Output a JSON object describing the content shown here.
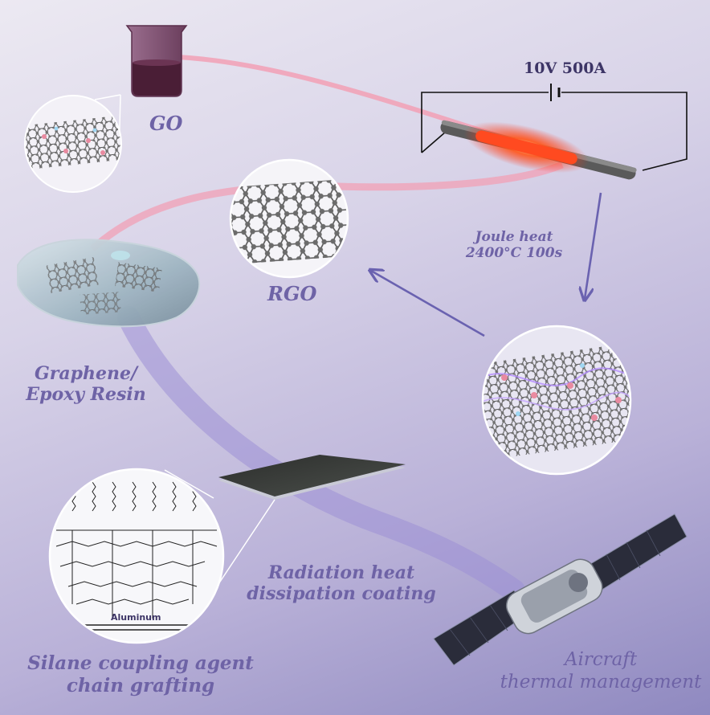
{
  "labels": {
    "go": "GO",
    "voltage": "10V 500A",
    "joule_line1": "Joule heat",
    "joule_line2": "2400°C 100s",
    "rgo": "RGO",
    "composite_line1": "Graphene/",
    "composite_line2": "Epoxy Resin",
    "coating_line1": "Radiation heat",
    "coating_line2": "dissipation coating",
    "silane_line1": "Silane coupling agent",
    "silane_line2": "chain grafting",
    "aircraft_line1": "Aircraft",
    "aircraft_line2": "thermal management",
    "aluminum": "Aluminum"
  },
  "colors": {
    "accent_text": "#6e63a6",
    "arrow": "#6a62b0",
    "pink_path": "#f2a0b5",
    "purple_path": "#9c8fd6",
    "hot_rod": "#ff3b1a",
    "beaker_liquid": "#4a1e36"
  },
  "icons": {
    "beaker": "beaker-icon",
    "battery": "battery-icon",
    "satellite": "satellite-icon"
  }
}
